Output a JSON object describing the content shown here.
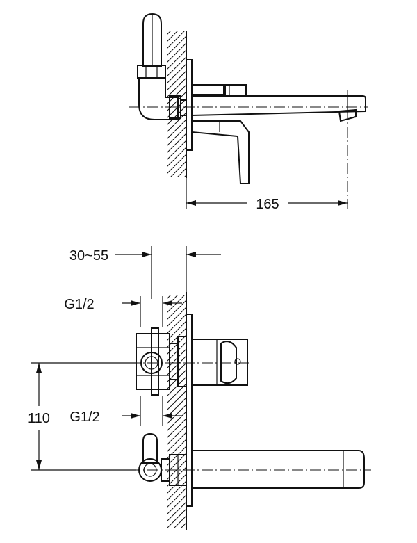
{
  "dimensions": {
    "spout_projection": "165",
    "wall_depth_range": "30~55",
    "upper_connection": "G1/2",
    "lower_connection": "G1/2",
    "vertical_distance": "110"
  }
}
